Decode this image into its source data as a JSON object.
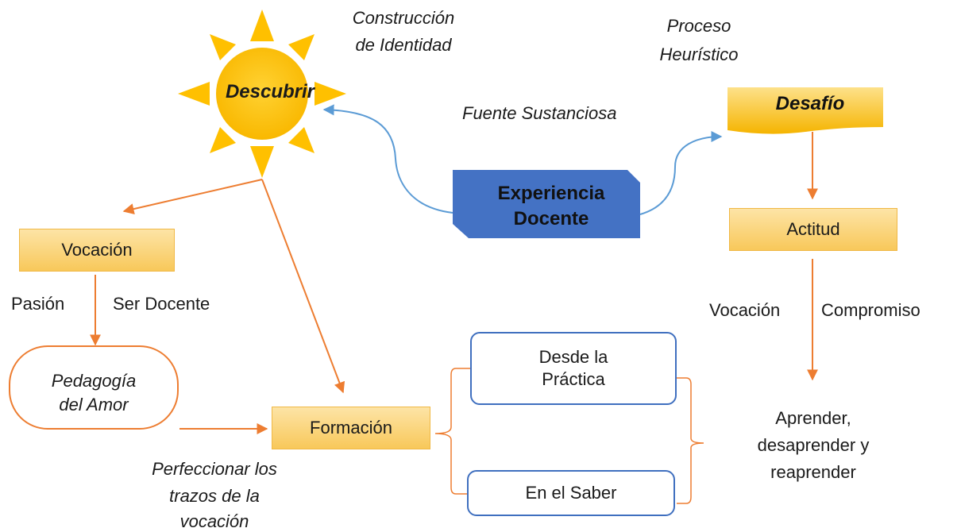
{
  "diagram": {
    "sun": {
      "label": "Descubrir",
      "caption_line1": "Construcción",
      "caption_line2": "de Identidad"
    },
    "experience": {
      "line1": "Experiencia",
      "line2": "Docente"
    },
    "source_label": "Fuente Sustanciosa",
    "process": {
      "line1": "Proceso",
      "line2": "Heurístico"
    },
    "challenge": "Desafío",
    "attitude": "Actitud",
    "attitude_left_label": "Vocación",
    "attitude_right_label": "Compromiso",
    "learning": {
      "line1": "Aprender,",
      "line2": "desaprender y",
      "line3": "reaprender"
    },
    "vocation": "Vocación",
    "passion_label": "Pasión",
    "be_teacher_label": "Ser Docente",
    "pedagogy": {
      "line1": "Pedagogía",
      "line2": "del  Amor"
    },
    "formation": "Formación",
    "perfect": {
      "line1": "Perfeccionar los",
      "line2": "trazos de la",
      "line3": "vocación"
    },
    "practice": {
      "line1": "Desde la",
      "line2": "Práctica"
    },
    "knowledge": "En el Saber"
  },
  "colors": {
    "arrow_orange": "#ed7d31",
    "arrow_blue": "#5b9bd5",
    "sun_fill": "#ffc000",
    "experience_fill": "#4472c4",
    "box_gradient_top": "#fde4a6",
    "box_gradient_bottom": "#f8c85a",
    "blue_border": "#3f6fbf"
  }
}
